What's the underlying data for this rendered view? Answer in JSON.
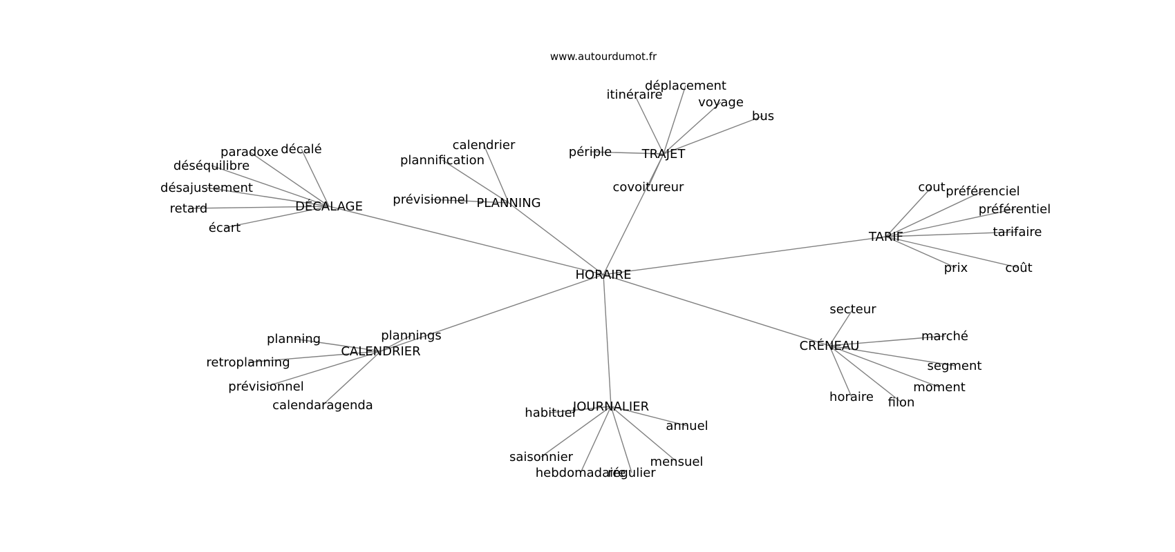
{
  "source": "www.autourdumot.fr",
  "center": "HORAIRE",
  "edge_color": "#808080",
  "text_color": "#000000",
  "clusters": [
    {
      "hub": "TRAJET",
      "words": [
        "itinéraire",
        "déplacement",
        "voyage",
        "bus",
        "périple",
        "covoitureur"
      ]
    },
    {
      "hub": "PLANNING",
      "words": [
        "calendrier",
        "plannification",
        "prévisionnel"
      ]
    },
    {
      "hub": "DÉCALAGE",
      "words": [
        "paradoxe",
        "décalé",
        "déséquilibre",
        "désajustement",
        "retard",
        "écart"
      ]
    },
    {
      "hub": "TARIF",
      "words": [
        "cout",
        "préférenciel",
        "préférentiel",
        "tarifaire",
        "prix",
        "coût"
      ]
    },
    {
      "hub": "CALENDRIER",
      "words": [
        "plannings",
        "planning",
        "retroplanning",
        "prévisionnel",
        "calendaragenda"
      ]
    },
    {
      "hub": "JOURNALIER",
      "words": [
        "habituel",
        "annuel",
        "saisonnier",
        "hebdomadaire",
        "régulier",
        "mensuel"
      ]
    },
    {
      "hub": "CRÉNEAU",
      "words": [
        "secteur",
        "marché",
        "segment",
        "moment",
        "horaire",
        "filon"
      ]
    }
  ]
}
